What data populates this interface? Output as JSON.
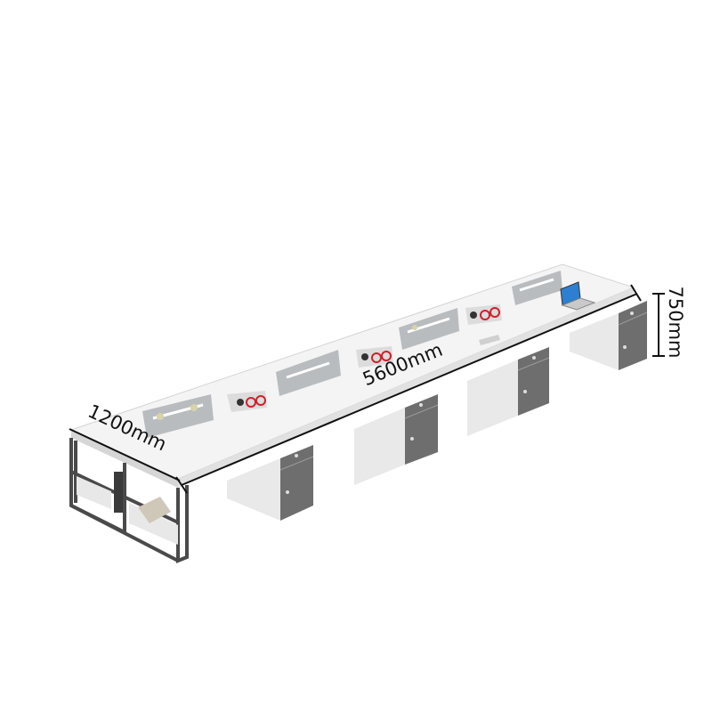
{
  "product": {
    "name": "",
    "workstations": 8
  },
  "dimensions": {
    "length": "5600mm",
    "depth": "1200mm",
    "height": "750mm"
  },
  "colors": {
    "desktop": "#f4f4f4",
    "desk_edge": "#e2e2e2",
    "cabinet_front": "#6e6e6e",
    "cabinet_side": "#e9e9e9",
    "screen_panel": "#b9bcbf",
    "frame": "#4a4a4a",
    "power_box_dot": "#d0202a",
    "dimension_line": "#111111"
  }
}
